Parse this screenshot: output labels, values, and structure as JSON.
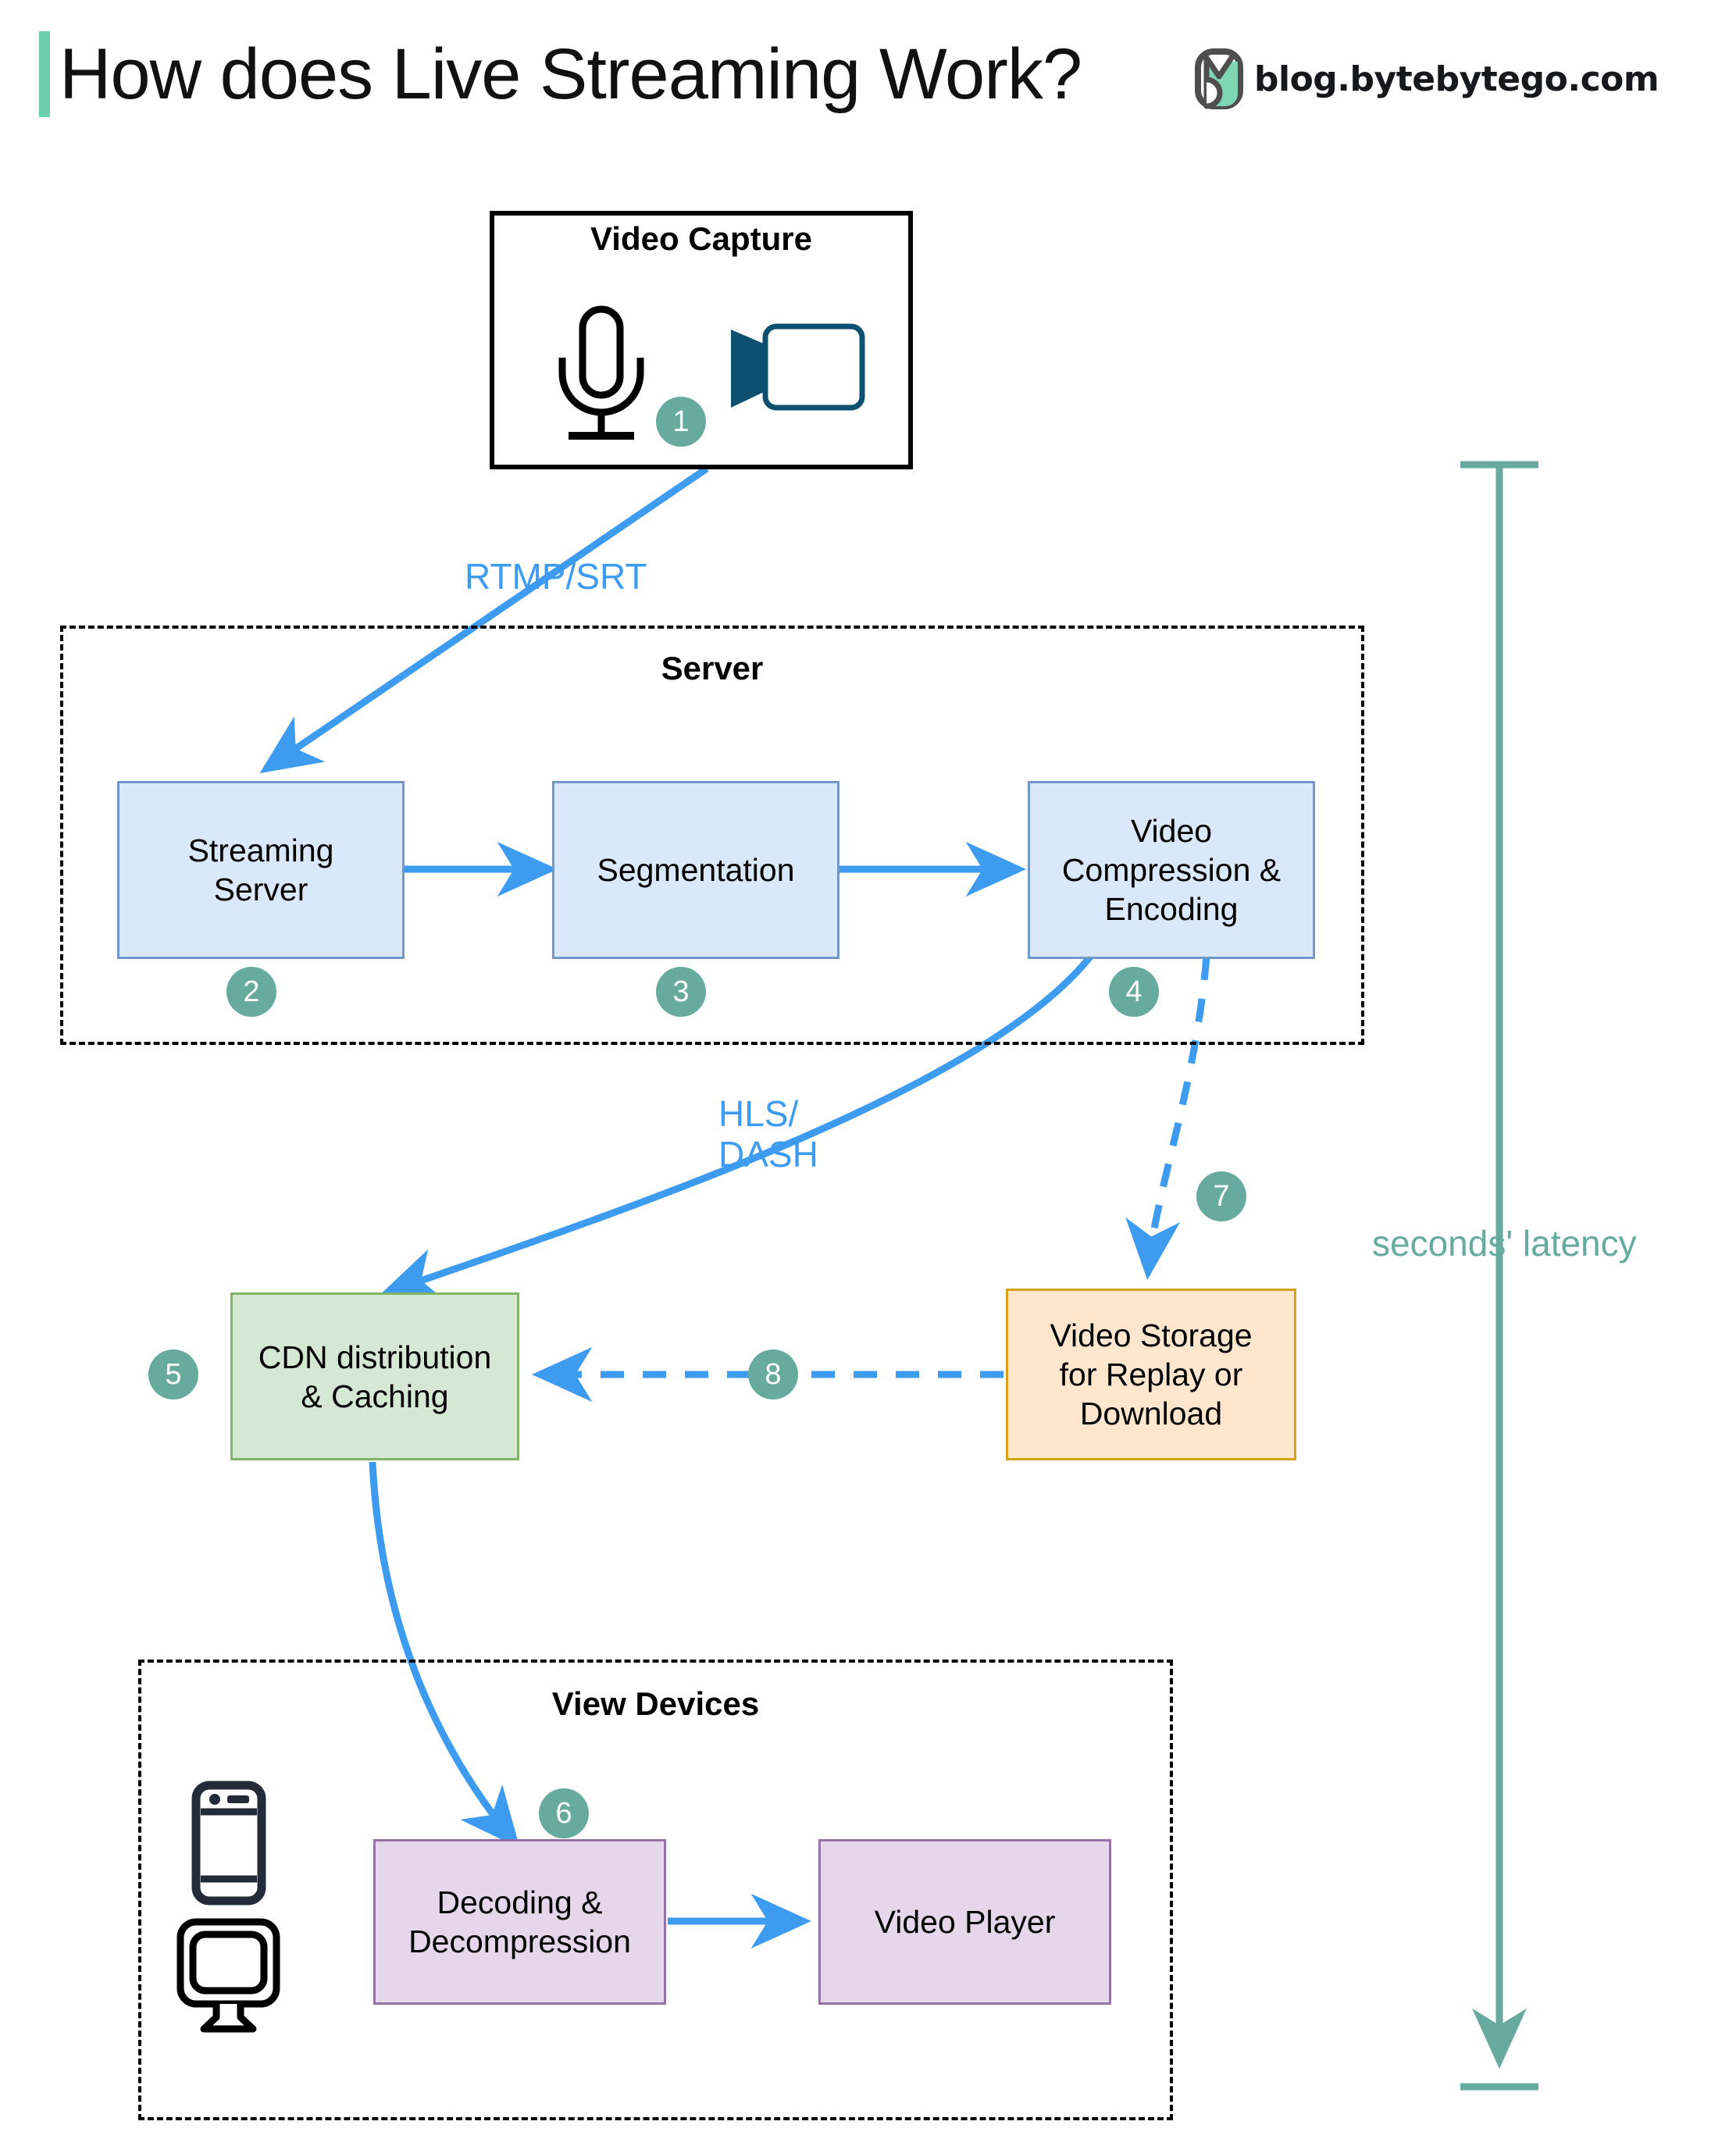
{
  "header": {
    "title": "How does Live Streaming Work?",
    "accent_bar_color": "#6ccfae",
    "brand_text": "blog.bytebytego.com",
    "brand_logo_name": "bytebytego-logo"
  },
  "palette": {
    "badge": "#67ab9f",
    "arrow_blue": "#3d9bf0",
    "node_blue_fill": "#dae8fc",
    "node_blue_stroke": "#7397c6",
    "node_green_fill": "#d5e8d4",
    "node_green_stroke": "#82b366",
    "node_orange_fill": "#ffe6cc",
    "node_orange_stroke": "#d6a017",
    "node_purple_fill": "#e5d6ec",
    "node_purple_stroke": "#9673a6",
    "latency_teal": "#67ab9f",
    "camera_icon": "#0e5070",
    "phone_icon": "#232b3a"
  },
  "capture": {
    "title": "Video Capture",
    "icons": [
      "microphone-icon",
      "video-camera-icon"
    ],
    "badge": "1"
  },
  "server_group": {
    "title": "Server",
    "nodes": [
      {
        "label": "Streaming\nServer",
        "badge": "2"
      },
      {
        "label": "Segmentation",
        "badge": "3"
      },
      {
        "label": "Video\nCompression &\nEncoding",
        "badge": "4"
      }
    ]
  },
  "cdn": {
    "label": "CDN distribution\n& Caching",
    "badge": "5"
  },
  "storage": {
    "label": "Video Storage\nfor Replay or\nDownload",
    "badge": "7"
  },
  "view_devices": {
    "title": "View Devices",
    "icons": [
      "phone-icon",
      "monitor-icon"
    ],
    "nodes": [
      {
        "label": "Decoding &\nDecompression",
        "badge": "6"
      },
      {
        "label": "Video Player",
        "badge": ""
      }
    ]
  },
  "edges": [
    {
      "label": "RTMP/SRT",
      "from": "Video Capture",
      "to": "Streaming Server",
      "style": "solid"
    },
    {
      "label": "HLS/\nDASH",
      "from": "Video Compression & Encoding",
      "to": "CDN distribution & Caching",
      "style": "solid"
    },
    {
      "label": "",
      "from": "Video Compression & Encoding",
      "to": "Video Storage for Replay or Download",
      "style": "dashed",
      "badge": "7"
    },
    {
      "label": "",
      "from": "Video Storage for Replay or Download",
      "to": "CDN distribution & Caching",
      "style": "dashed",
      "badge": "8"
    }
  ],
  "latency": {
    "label": "seconds' latency",
    "badge_8": "8"
  }
}
